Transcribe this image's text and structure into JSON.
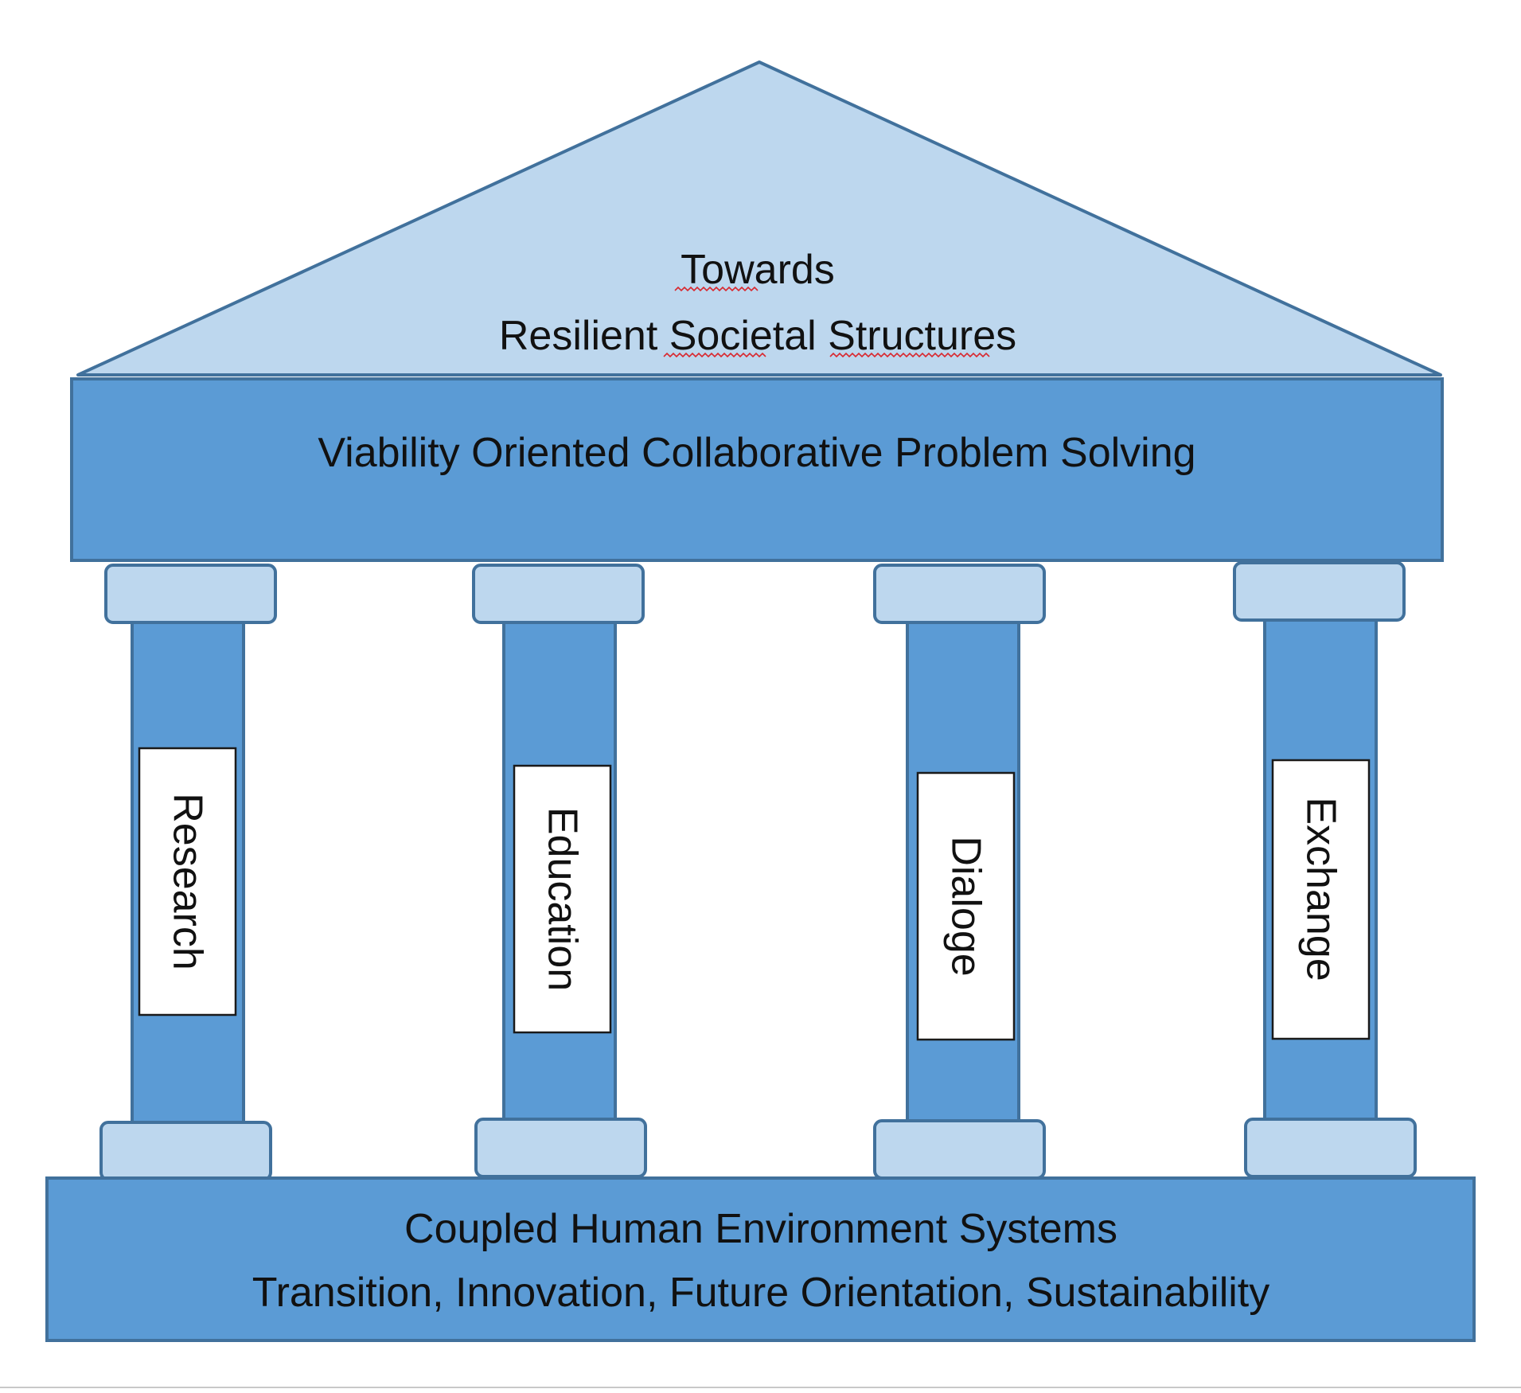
{
  "roof": {
    "line1": "Towards",
    "line2": "Resilient Societal Structures"
  },
  "beam": {
    "label": "Viability Oriented Collaborative Problem Solving"
  },
  "pillars": [
    {
      "label": "Research"
    },
    {
      "label": "Education"
    },
    {
      "label": "Dialoge"
    },
    {
      "label": "Exchange"
    }
  ],
  "base": {
    "line1": "Coupled Human Environment Systems",
    "line2": "Transition, Innovation, Future Orientation, Sustainability"
  },
  "colors": {
    "light_blue": "#bdd7ee",
    "mid_blue": "#5b9bd5",
    "outline": "#41719c",
    "spellcheck": "#d9282f"
  }
}
